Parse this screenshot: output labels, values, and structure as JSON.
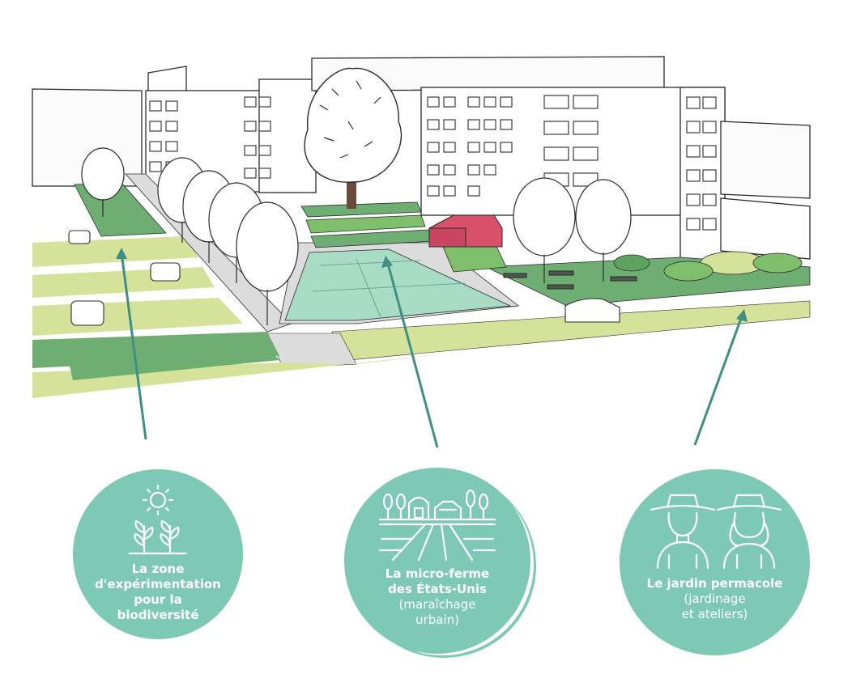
{
  "colors": {
    "teal": "#7dc9b6",
    "teal_dark": "#3f8f85",
    "lawn": "#d5e29a",
    "lawn_dark": "#6fae72",
    "field": "#a9dcc5",
    "pavement": "#dcdcdc",
    "barn": "#d9506b",
    "ink": "#2b2b2b"
  },
  "badges": [
    {
      "icon": "sun-sprouts-icon",
      "title": "La zone\nd'expérimentation\npour la\nbiodiversité",
      "subtitle": ""
    },
    {
      "icon": "farm-fields-icon",
      "title": "La micro-ferme\ndes États-Unis",
      "subtitle": "(maraîchage\nurbain)"
    },
    {
      "icon": "gardeners-icon",
      "title": "Le jardin permacole",
      "subtitle": "(jardinage\net ateliers)"
    }
  ]
}
